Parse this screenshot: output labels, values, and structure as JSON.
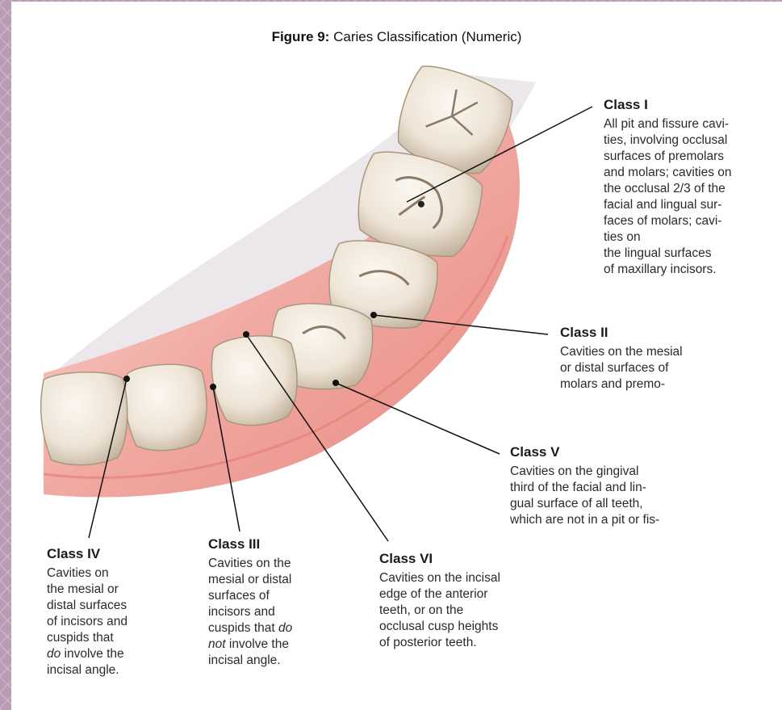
{
  "figure": {
    "title_bold": "Figure 9:",
    "title_rest": " Caries Classification (Numeric)"
  },
  "classes": {
    "class1": {
      "title": "Class I",
      "lines": [
        "All pit and fissure cavi-",
        "ties, involving occlusal",
        "surfaces of premolars",
        "and molars; cavities on",
        "the occlusal 2/3 of the",
        "facial and lingual sur-",
        "faces of molars; cavi-",
        "ties on",
        "the lingual surfaces",
        "of maxillary incisors."
      ]
    },
    "class2": {
      "title": "Class II",
      "lines": [
        "Cavities on the mesial",
        "or distal surfaces of",
        "molars and premo-"
      ]
    },
    "class5": {
      "title": "Class V",
      "lines": [
        "Cavities on the gingival",
        "third of the facial and lin-",
        "gual surface of all teeth,",
        "which are not in a pit or fis-"
      ]
    },
    "class4": {
      "title": "Class IV",
      "lines": [
        "Cavities on",
        "the mesial or",
        "distal surfaces",
        "of incisors and",
        "cuspids that"
      ],
      "emph_word": "do",
      "emph_rest": " involve the",
      "last_line": "incisal angle."
    },
    "class3": {
      "title": "Class III",
      "lines": [
        "Cavities on the",
        "mesial or distal",
        "surfaces of",
        "incisors and"
      ],
      "line5_prefix": "cuspids that ",
      "line5_emph": "do",
      "line6_emph": "not",
      "line6_rest": " involve the",
      "last_line": "incisal angle."
    },
    "class6": {
      "title": "Class VI",
      "lines": [
        "Cavities on the incisal",
        "edge of the anterior",
        "teeth, or on the",
        "occlusal cusp heights",
        "of posterior teeth."
      ]
    }
  },
  "colors": {
    "gum": "#f2b8b2",
    "gum_edge": "#e47d76",
    "tooth": "#f3ece2",
    "tooth_shade": "#c8b8a4",
    "leader": "#111111"
  }
}
